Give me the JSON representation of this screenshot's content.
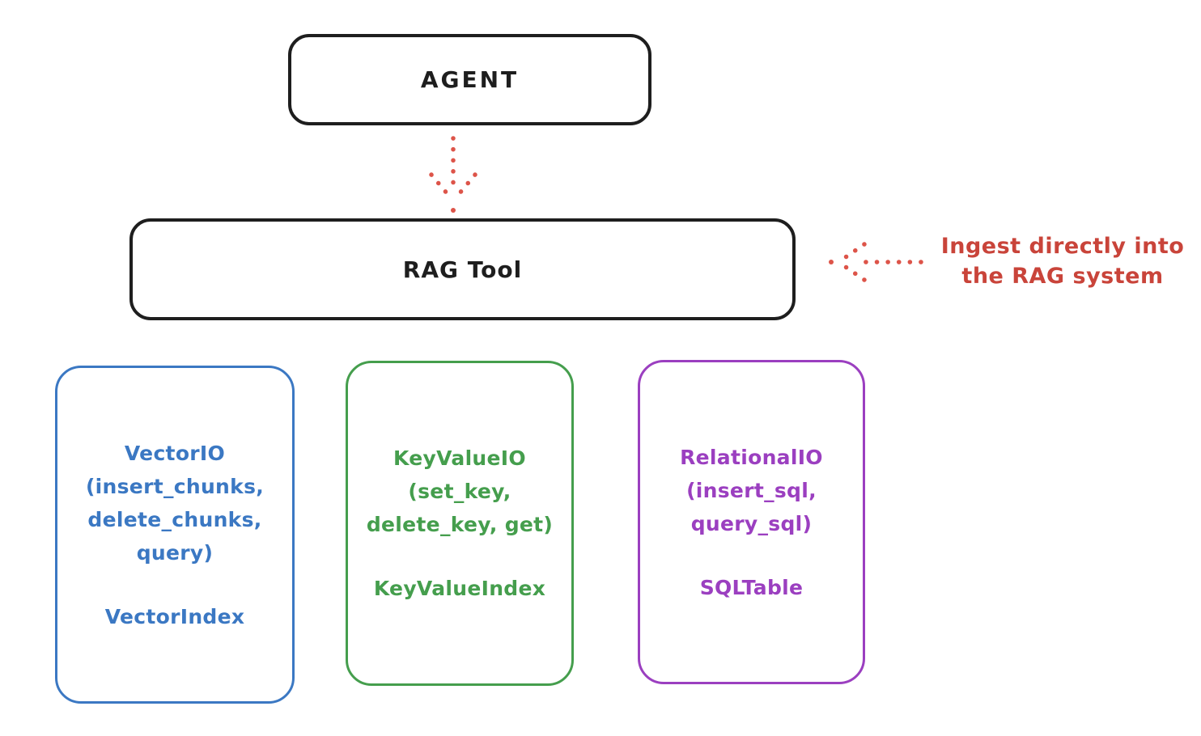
{
  "colors": {
    "ink": "#1e1e1e",
    "red-text": "#c9443a",
    "red-arrow": "#dd5449",
    "blue": "#3b78c3",
    "green": "#459e4d",
    "purple": "#9b3fc0",
    "background": "#ffffff"
  },
  "nodes": {
    "agent": {
      "label": "AGENT"
    },
    "rag_tool": {
      "label": "RAG Tool"
    },
    "vector_io": {
      "lines": [
        "VectorIO",
        "(insert_chunks,",
        "delete_chunks,",
        "query)"
      ],
      "index_label": "VectorIndex",
      "color": "#3b78c3"
    },
    "key_value_io": {
      "lines": [
        "KeyValueIO",
        "(set_key,",
        "delete_key, get)"
      ],
      "index_label": "KeyValueIndex",
      "color": "#459e4d"
    },
    "relational_io": {
      "lines": [
        "RelationalIO",
        "(insert_sql,",
        "query_sql)"
      ],
      "index_label": "SQLTable",
      "color": "#9b3fc0"
    }
  },
  "annotation": {
    "lines": [
      "Ingest directly into",
      "the RAG system"
    ],
    "color": "#c9443a"
  },
  "arrows": {
    "agent_to_rag_tool": {
      "style": "dotted",
      "direction": "down",
      "color": "#dd5449"
    },
    "ingest_into_rag_tool": {
      "style": "dotted",
      "direction": "left",
      "color": "#dd5449"
    }
  }
}
